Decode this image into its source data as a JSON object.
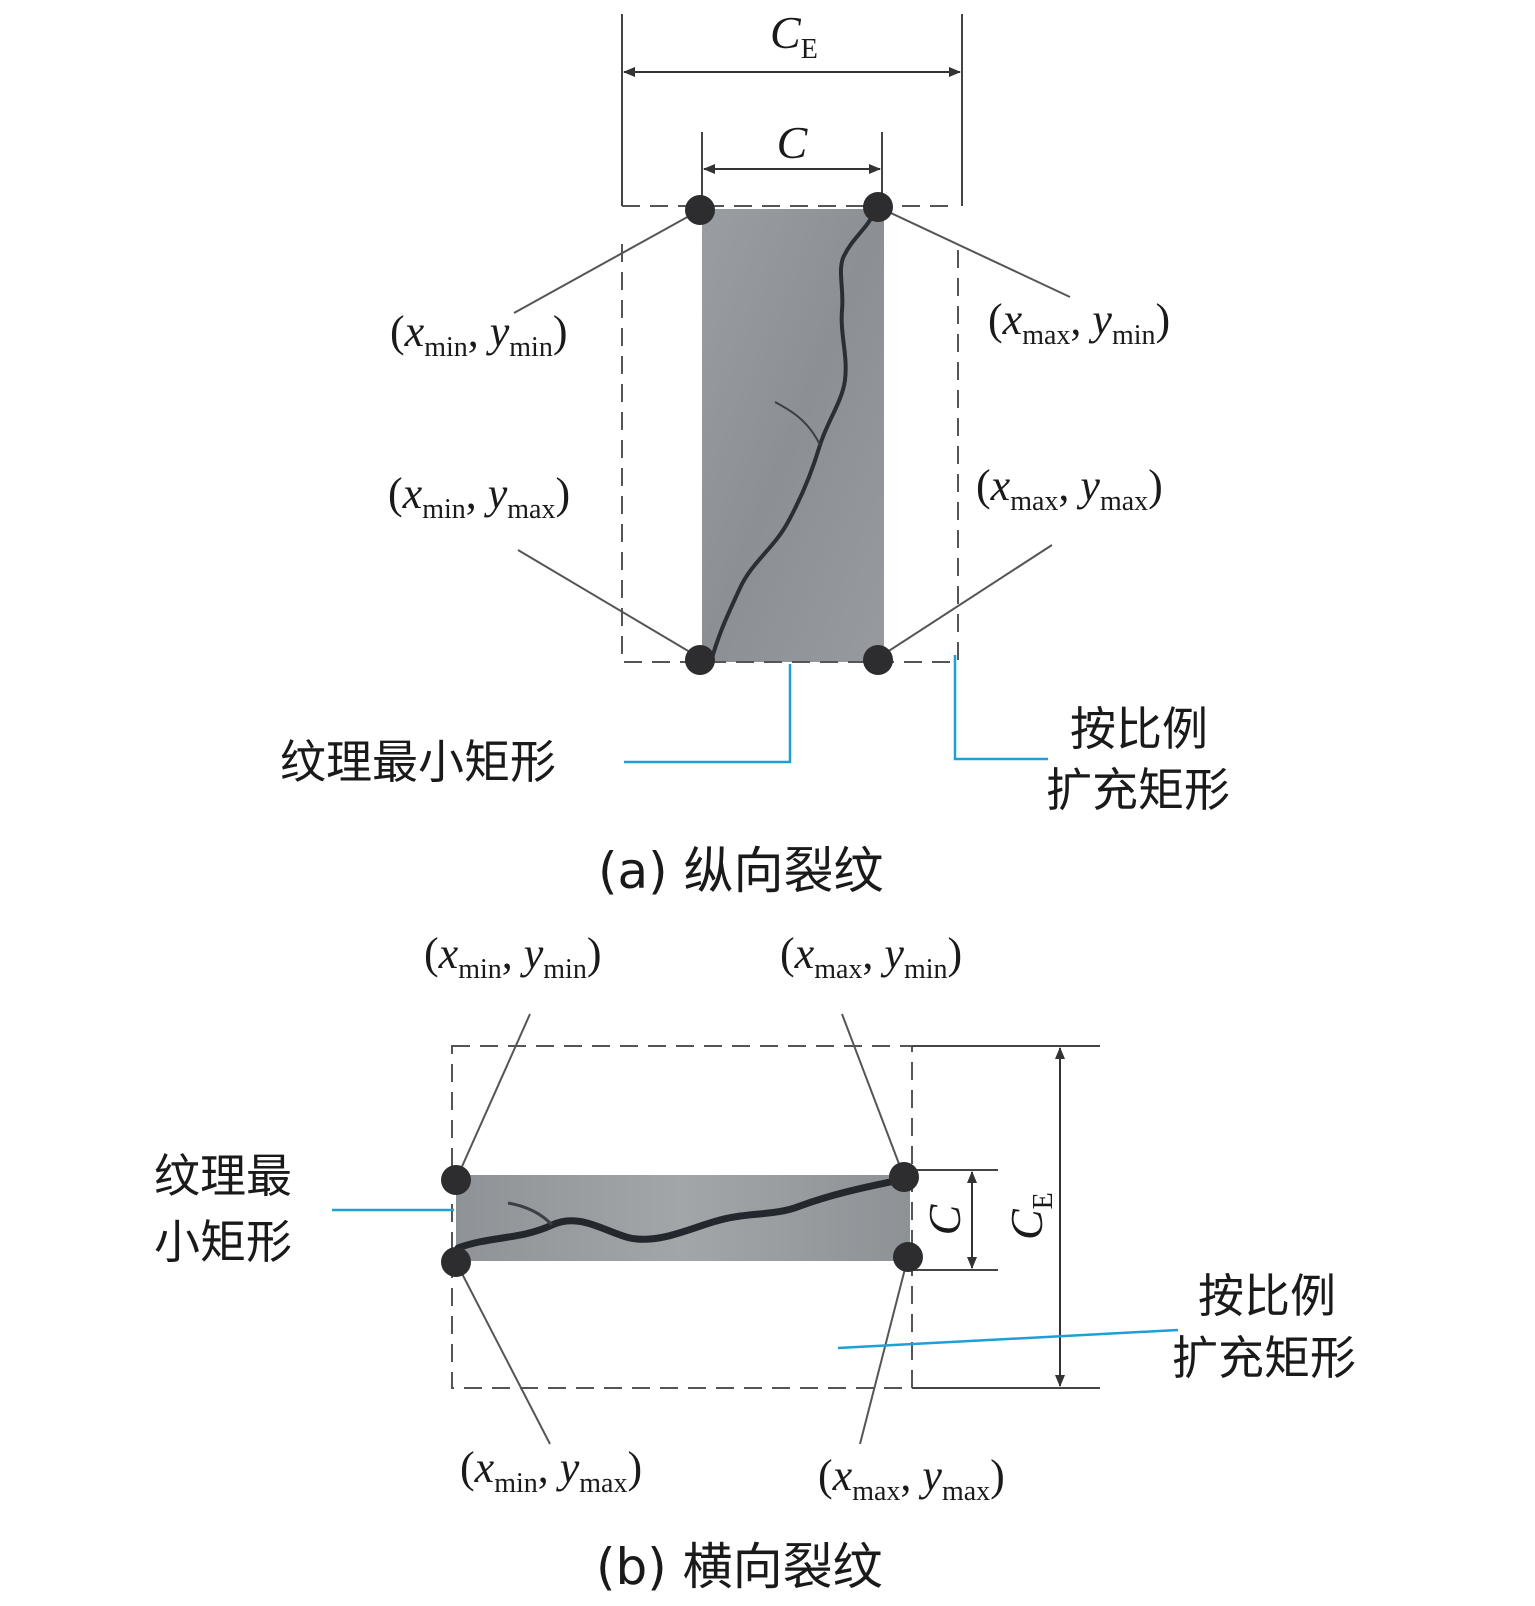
{
  "panel_a": {
    "caption": "(a) 纵向裂纹",
    "dim_outer": {
      "sym": "C",
      "sub": "E"
    },
    "dim_inner": {
      "sym": "C"
    },
    "corners": {
      "tl": {
        "x": "x",
        "xs": "min",
        "y": "y",
        "ys": "min"
      },
      "tr": {
        "x": "x",
        "xs": "max",
        "y": "y",
        "ys": "min"
      },
      "bl": {
        "x": "x",
        "xs": "min",
        "y": "y",
        "ys": "max"
      },
      "br": {
        "x": "x",
        "xs": "max",
        "y": "y",
        "ys": "max"
      }
    },
    "label_min_rect": "纹理最小矩形",
    "label_expand_line1": "按比例",
    "label_expand_line2": "扩充矩形"
  },
  "panel_b": {
    "caption": "(b) 横向裂纹",
    "dim_outer": {
      "sym": "C",
      "sub": "E"
    },
    "dim_inner": {
      "sym": "C"
    },
    "corners": {
      "tl": {
        "x": "x",
        "xs": "min",
        "y": "y",
        "ys": "min"
      },
      "tr": {
        "x": "x",
        "xs": "max",
        "y": "y",
        "ys": "min"
      },
      "bl": {
        "x": "x",
        "xs": "min",
        "y": "y",
        "ys": "max"
      },
      "br": {
        "x": "x",
        "xs": "max",
        "y": "y",
        "ys": "max"
      }
    },
    "label_min_rect_line1": "纹理最",
    "label_min_rect_line2": "小矩形",
    "label_expand_line1": "按比例",
    "label_expand_line2": "扩充矩形"
  },
  "colors": {
    "leader_blue": "#1e9fd6",
    "dash_gray": "#555555",
    "dot": "#2d2d2f",
    "crack_texture": "#8b8f93"
  }
}
